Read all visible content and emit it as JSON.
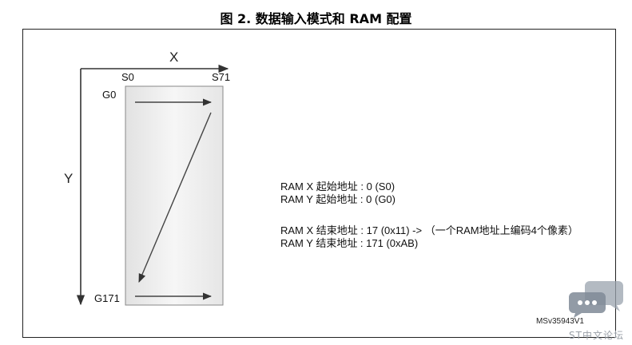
{
  "figure": {
    "title": "图 2. 数据输入模式和 RAM 配置",
    "axis_x_label": "X",
    "axis_y_label": "Y",
    "col_start": "S0",
    "col_end": "S71",
    "row_start": "G0",
    "row_end": "G171",
    "figure_id": "MSv35943V1"
  },
  "info": {
    "line1": "RAM X 起始地址 : 0 (S0)",
    "line2": "RAM Y 起始地址 : 0 (G0)",
    "line3": "RAM X 结束地址 : 17 (0x11)  ->  （一个RAM地址上编码4个像素）",
    "line4": "RAM Y 结束地址 : 171 (0xAB)"
  },
  "watermark": {
    "text": "ST中文论坛",
    "icon": "chat-bubbles-icon"
  }
}
